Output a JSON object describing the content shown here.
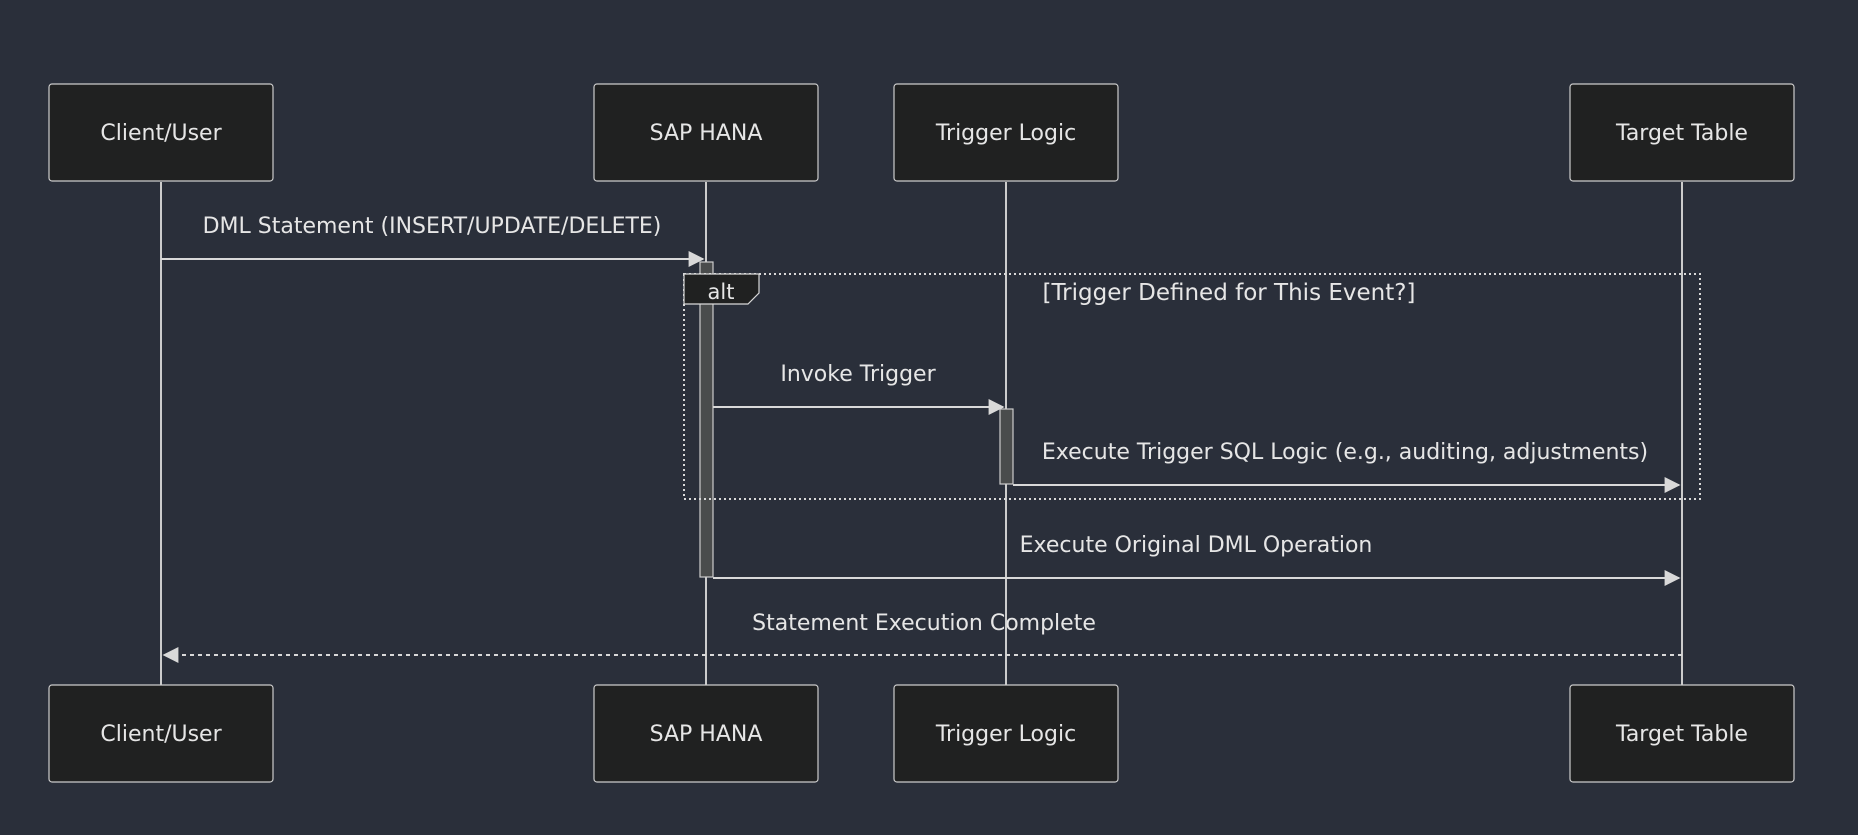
{
  "diagram_type": "sequence",
  "actors": [
    {
      "id": "client",
      "label": "Client/User"
    },
    {
      "id": "hana",
      "label": "SAP HANA"
    },
    {
      "id": "trigger",
      "label": "Trigger Logic"
    },
    {
      "id": "table",
      "label": "Target Table"
    }
  ],
  "messages": [
    {
      "from": "client",
      "to": "hana",
      "label": "DML Statement (INSERT/UPDATE/DELETE)",
      "style": "solid"
    },
    {
      "from": "hana",
      "to": "trigger",
      "label": "Invoke Trigger",
      "style": "solid"
    },
    {
      "from": "trigger",
      "to": "table",
      "label": "Execute Trigger SQL Logic (e.g., auditing, adjustments)",
      "style": "solid"
    },
    {
      "from": "hana",
      "to": "table",
      "label": "Execute Original DML Operation",
      "style": "solid"
    },
    {
      "from": "table",
      "to": "client",
      "label": "Statement Execution Complete",
      "style": "dashed"
    }
  ],
  "fragment": {
    "keyword": "alt",
    "condition": "[Trigger Defined for This Event?]"
  },
  "colors": {
    "background": "#2a2f3a",
    "actor_fill": "#202121",
    "stroke": "#cccccc",
    "text": "#e6e6e6",
    "activation": "#4a4c4c"
  }
}
